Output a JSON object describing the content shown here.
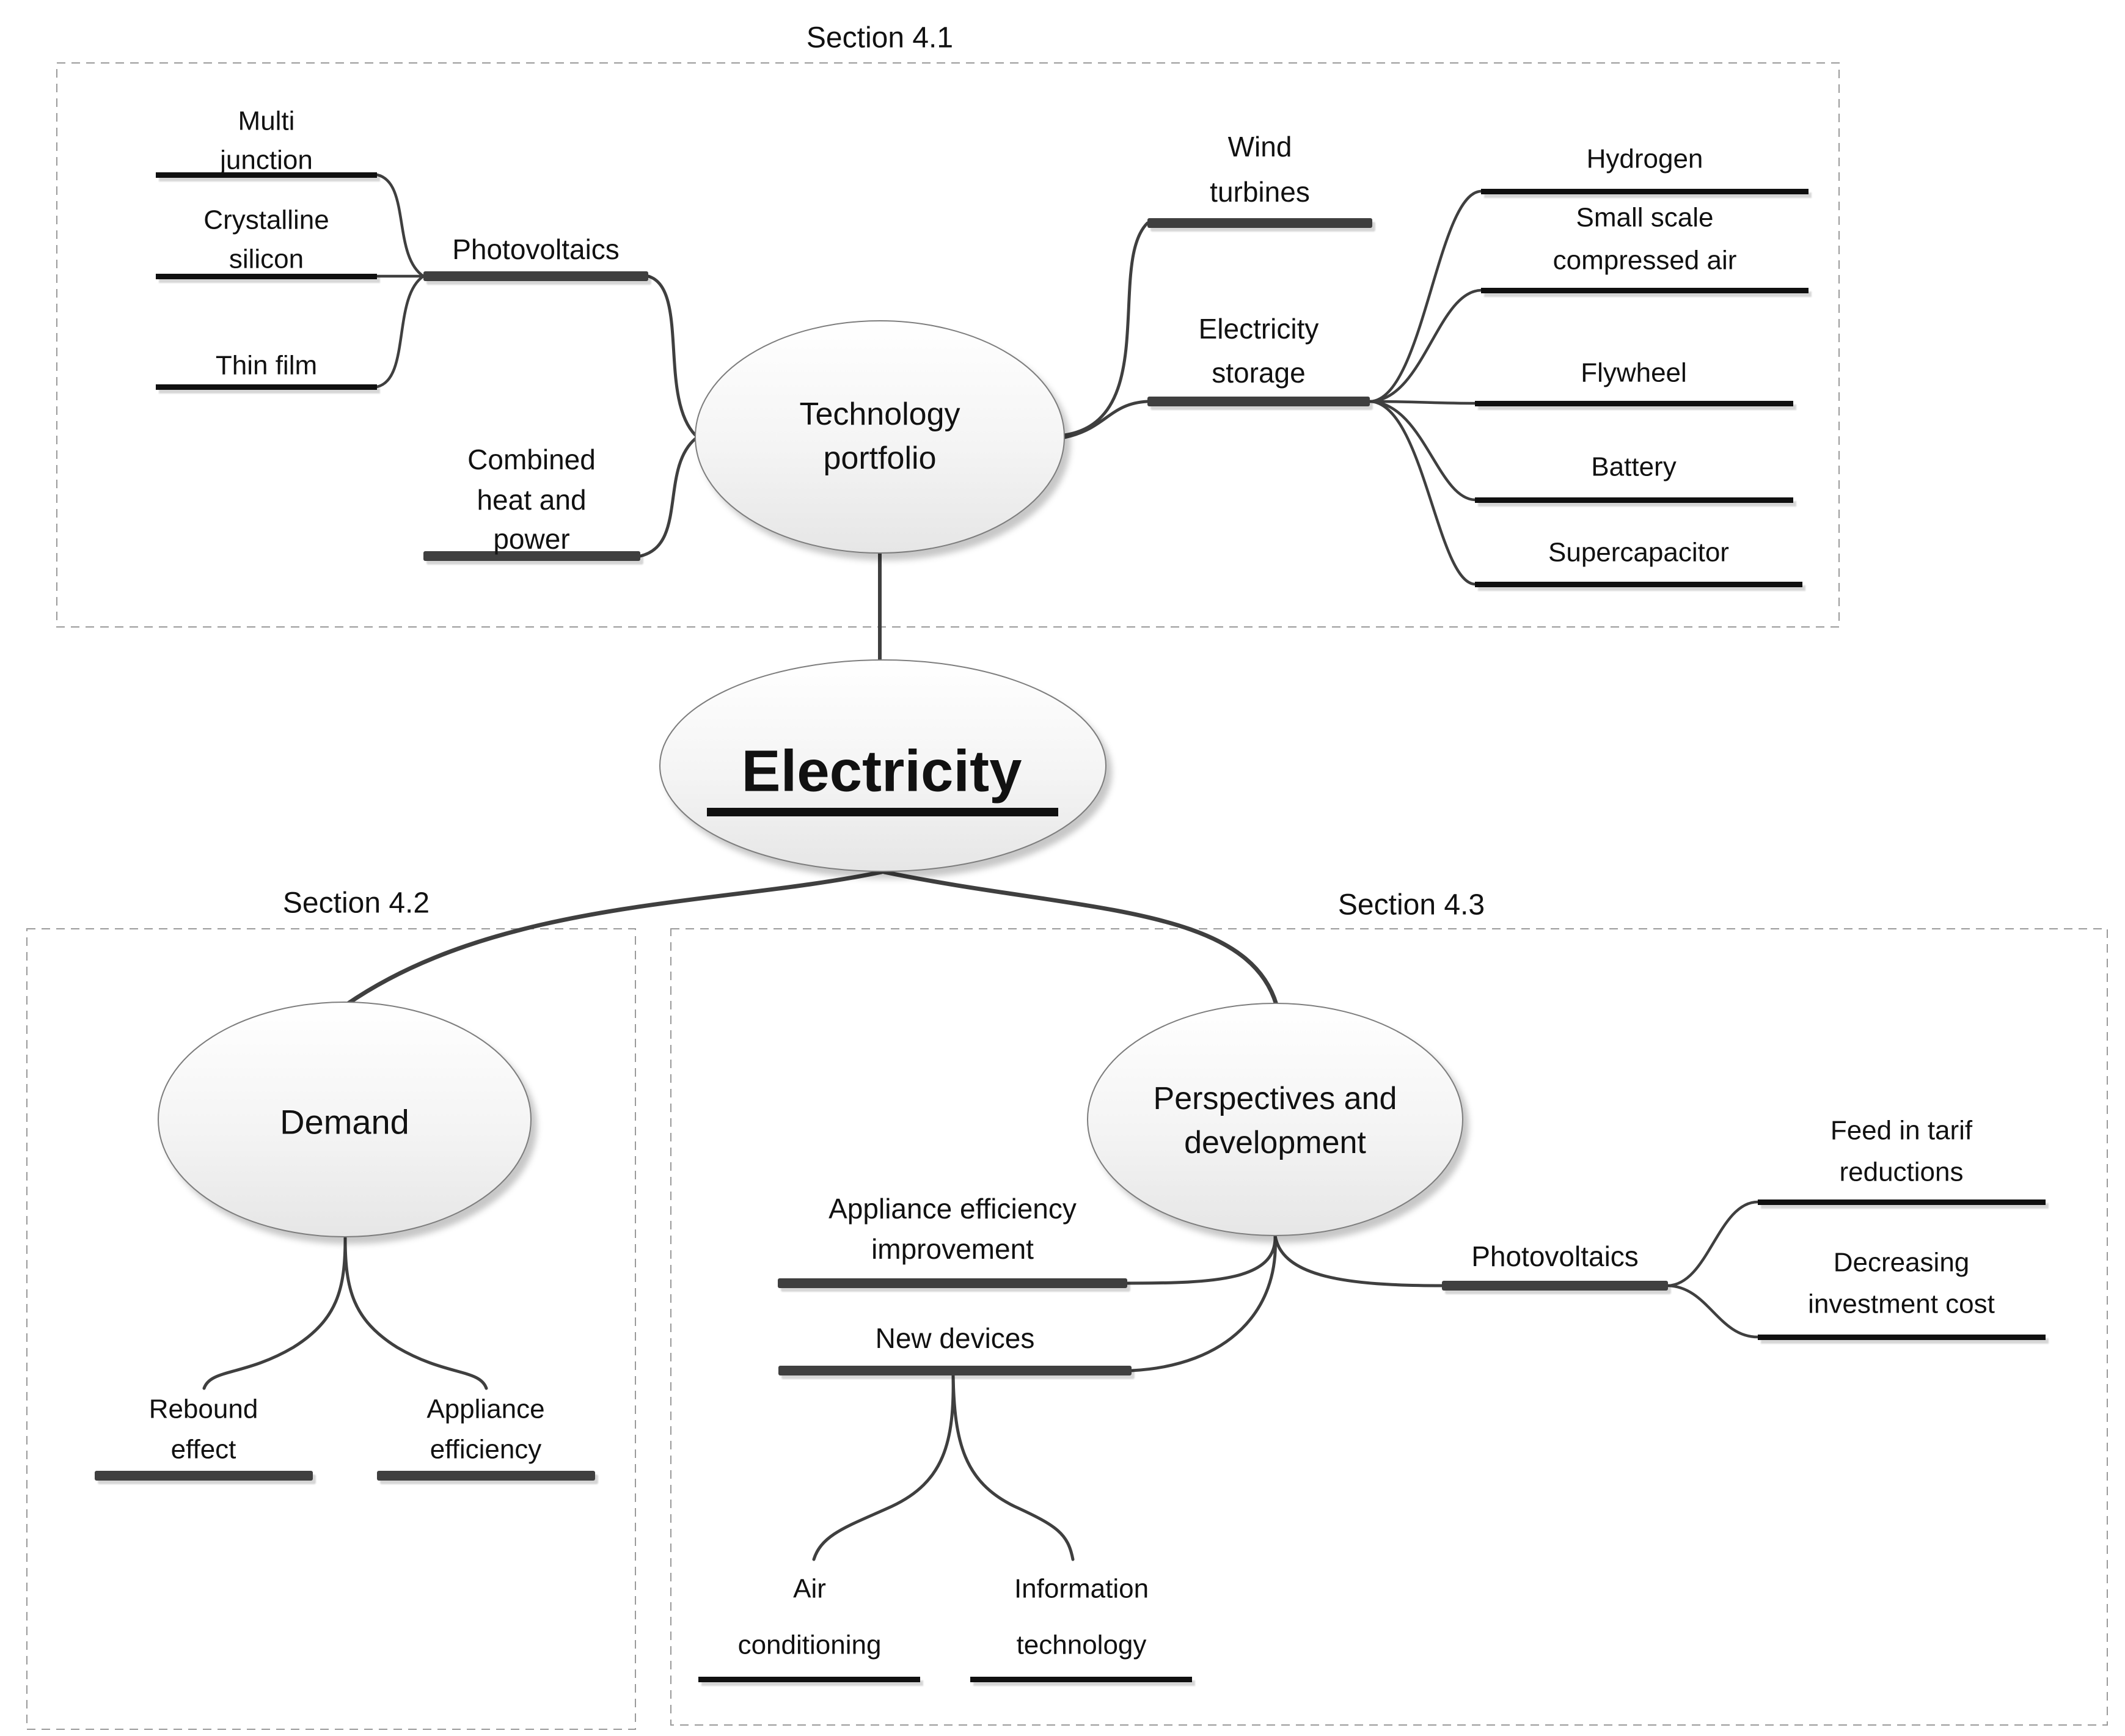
{
  "colors": {
    "background": "#ffffff",
    "branch_bar": "#3f3f3f",
    "leaf_bar": "#101010",
    "connector": "#3f3f3f",
    "dashed_border": "#9a9a9a",
    "ellipse_stroke": "#7d7d7d",
    "text": "#111111"
  },
  "root": {
    "label": "Electricity"
  },
  "sections": {
    "s41": {
      "title": "Section 4.1"
    },
    "s42": {
      "title": "Section 4.2"
    },
    "s43": {
      "title": "Section 4.3"
    }
  },
  "nodes": {
    "technology_portfolio": {
      "line1": "Technology",
      "line2": "portfolio"
    },
    "demand": {
      "label": "Demand"
    },
    "perspectives": {
      "line1": "Perspectives and",
      "line2": "development"
    }
  },
  "s41_branches": {
    "photovoltaics": {
      "label": "Photovoltaics"
    },
    "chp": {
      "line1": "Combined",
      "line2": "heat and",
      "line3": "power"
    },
    "wind_turbines": {
      "line1": "Wind",
      "line2": "turbines"
    },
    "electricity_storage": {
      "line1": "Electricity",
      "line2": "storage"
    }
  },
  "s41_leaves": {
    "multi_junction": {
      "line1": "Multi",
      "line2": "junction"
    },
    "crystalline_silicon": {
      "line1": "Crystalline",
      "line2": "silicon"
    },
    "thin_film": {
      "label": "Thin film"
    },
    "hydrogen": {
      "label": "Hydrogen"
    },
    "small_scale": {
      "line1": "Small scale",
      "line2": "compressed air"
    },
    "flywheel": {
      "label": "Flywheel"
    },
    "battery": {
      "label": "Battery"
    },
    "supercapacitor": {
      "label": "Supercapacitor"
    }
  },
  "s42_branches": {
    "rebound_effect": {
      "line1": "Rebound",
      "line2": "effect"
    },
    "appliance_efficiency": {
      "line1": "Appliance",
      "line2": "efficiency"
    }
  },
  "s43_branches": {
    "appliance_efficiency_improvement": {
      "line1": "Appliance efficiency",
      "line2": "improvement"
    },
    "new_devices": {
      "label": "New devices"
    },
    "photovoltaics": {
      "label": "Photovoltaics"
    }
  },
  "s43_leaves": {
    "air_conditioning": {
      "line1": "Air",
      "line2": "conditioning"
    },
    "information_technology": {
      "line1": "Information",
      "line2": "technology"
    },
    "feed_in_tarif": {
      "line1": "Feed in tarif",
      "line2": "reductions"
    },
    "decreasing_cost": {
      "line1": "Decreasing",
      "line2": "investment cost"
    }
  }
}
